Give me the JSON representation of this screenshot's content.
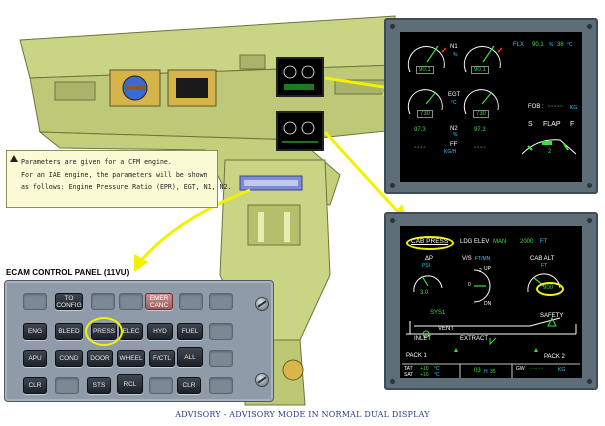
{
  "note": {
    "line1": "Parameters are given for a CFM engine.",
    "line2": "For an IAE engine, the parameters will be shown",
    "line3": "as follows: Engine Pressure Ratio (EPR), EGT, N1, N2."
  },
  "ecam_panel": {
    "title": "ECAM CONTROL PANEL (11VU)",
    "row1": {
      "to_config": "TO\nCONFIG",
      "emer_canc": "EMER\nCANC"
    },
    "row2": [
      "ENG",
      "BLEED",
      "PRESS",
      "ELEC",
      "HYD",
      "FUEL"
    ],
    "row3": [
      "APU",
      "COND",
      "DOOR",
      "WHEEL",
      "F/CTL",
      "ALL"
    ],
    "row4": {
      "clr_left": "CLR",
      "sts": "STS",
      "rcl": "RCL",
      "clr_right": "CLR"
    }
  },
  "upper_ecam": {
    "n1_label": "N1",
    "n1_unit": "%",
    "n1_left": "90.1",
    "n1_right": "90.1",
    "egt_label": "EGT",
    "egt_unit": "°C",
    "egt_left": "730",
    "egt_right": "730",
    "n2_label": "N2",
    "n2_unit": "%",
    "n2_left": "97.3",
    "n2_right": "97.3",
    "ff_label": "FF",
    "ff_unit": "KG/H",
    "thrust_mode": "FLX",
    "thrust_value": "90.1",
    "thrust_unit": "%",
    "flex_temp": "38",
    "flex_temp_unit": "°C",
    "fob_label": "FOB :",
    "fob_unit": "KG",
    "slat_label": "S",
    "flap_label": "FLAP",
    "flap_right": "F",
    "flap_value": "2"
  },
  "lower_ecam": {
    "page_title": "CAB PRESS",
    "ldg_elev_label": "LDG ELEV",
    "ldg_elev_mode": "MAN",
    "ldg_elev_value": "2000",
    "ldg_elev_unit": "FT",
    "dp_label": "ΔP",
    "dp_unit": "PSI",
    "dp_value": "3.0",
    "vs_label": "V/S",
    "vs_unit": "FT/MN",
    "vs_up": "UP",
    "vs_zero": "0",
    "vs_dn": "DN",
    "vs_two": "2",
    "cab_alt_label": "CAB ALT",
    "cab_alt_unit": "FT",
    "cab_alt_value": "900",
    "sys_label": "SYS1",
    "safety_label": "SAFETY",
    "vent_label": "VENT",
    "inlet_label": "INLET",
    "extract_label": "EXTRACT",
    "pack1_label": "PACK 1",
    "pack2_label": "PACK 2",
    "tat_label": "TAT",
    "tat_value": "+10",
    "sat_label": "SAT",
    "sat_value": "+10",
    "temp_unit": "°C",
    "clock_hours": "03",
    "clock_h": "H",
    "clock_minutes": "35",
    "gw_label": "GW",
    "gw_unit": "KG"
  },
  "caption": "ADVISORY - ADVISORY MODE IN NORMAL DUAL DISPLAY",
  "colors": {
    "cockpit": "#c9d484",
    "highlight": "#f2f200",
    "ecam_green": "#3ede3e",
    "ecam_cyan": "#29c7ff",
    "ecam_amber": "#ffaa00",
    "panel": "#8f9ba8"
  }
}
